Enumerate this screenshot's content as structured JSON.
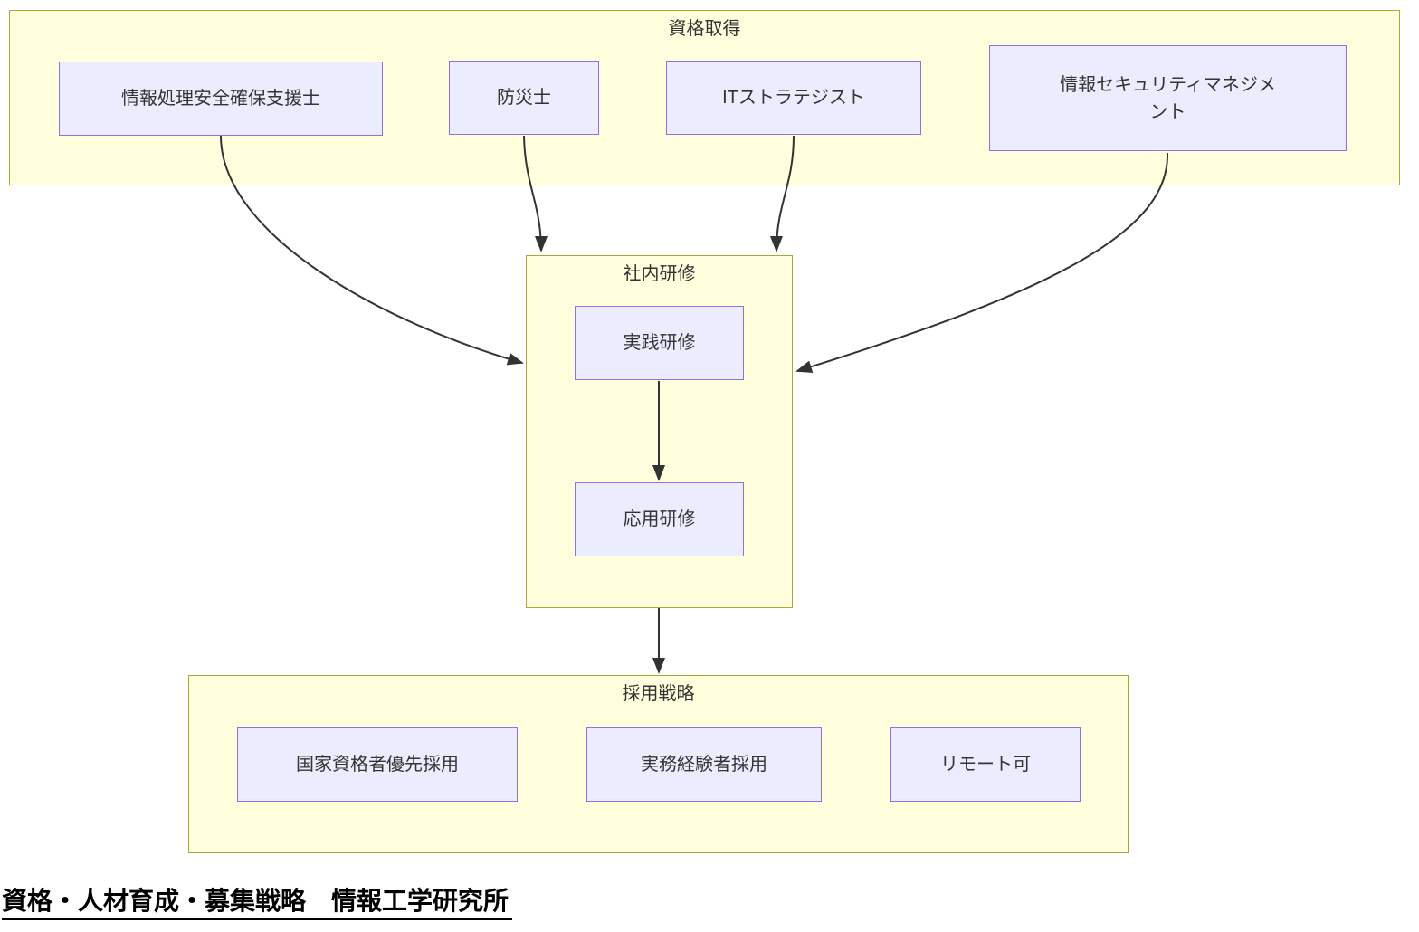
{
  "diagram": {
    "clusters": {
      "qualification": {
        "label": "資格取得"
      },
      "training": {
        "label": "社内研修"
      },
      "recruitment": {
        "label": "採用戦略"
      }
    },
    "nodes": {
      "shien_shi": {
        "label": "情報処理安全確保支援士"
      },
      "bousai_shi": {
        "label": "防災士"
      },
      "it_strategist": {
        "label": "ITストラテジスト"
      },
      "sec_management": {
        "label": "情報セキュリティマネジメ\nント"
      },
      "jissen": {
        "label": "実践研修"
      },
      "ouyou": {
        "label": "応用研修"
      },
      "kokka": {
        "label": "国家資格者優先採用"
      },
      "jitsumu": {
        "label": "実務経験者採用"
      },
      "remote": {
        "label": "リモート可"
      }
    },
    "edges": [
      {
        "from": "情報処理安全確保支援士",
        "to": "社内研修"
      },
      {
        "from": "防災士",
        "to": "社内研修"
      },
      {
        "from": "ITストラテジスト",
        "to": "社内研修"
      },
      {
        "from": "情報セキュリティマネジメント",
        "to": "社内研修"
      },
      {
        "from": "実践研修",
        "to": "応用研修"
      },
      {
        "from": "社内研修",
        "to": "採用戦略"
      }
    ],
    "colors": {
      "cluster_fill": "#ffffde",
      "cluster_border": "#aaaa33",
      "node_fill": "#ececff",
      "node_border": "#9370db",
      "edge": "#333333",
      "text": "#333333"
    }
  },
  "footer": {
    "title": "資格・人材育成・募集戦略　情報工学研究所"
  }
}
